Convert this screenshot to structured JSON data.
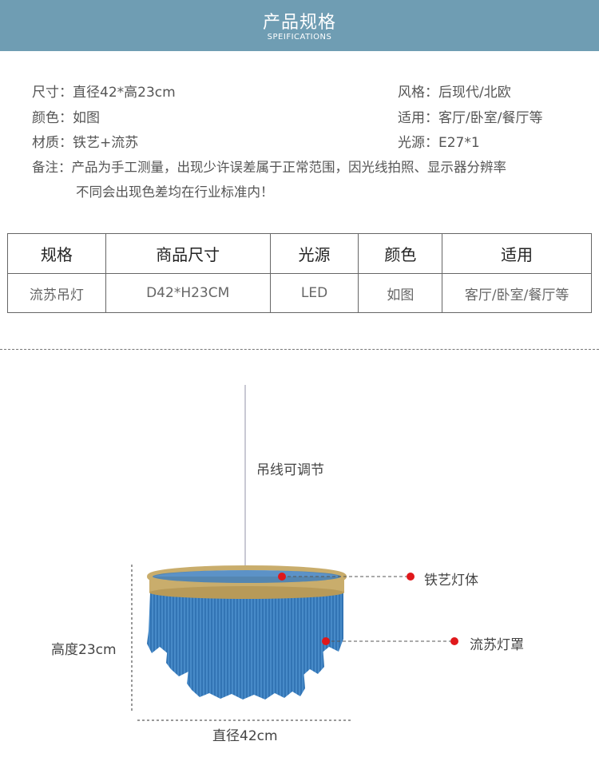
{
  "header": {
    "title": "产品规格",
    "subtitle": "SPEIFICATIONS"
  },
  "specs": {
    "size": "尺寸：直径42*高23cm",
    "style": "风格：后现代/北欧",
    "color": "颜色：如图",
    "usage": "适用：客厅/卧室/餐厅等",
    "material": "材质：铁艺+流苏",
    "light": "光源：E27*1",
    "note_line1": "备注：产品为手工测量，出现少许误差属于正常范围，因光线拍照、显示器分辨率",
    "note_line2": "不同会出现色差均在行业标准内！"
  },
  "table": {
    "headers": [
      "规格",
      "商品尺寸",
      "光源",
      "颜色",
      "适用"
    ],
    "rows": [
      [
        "流苏吊灯",
        "D42*H23CM",
        "LED",
        "如图",
        "客厅/卧室/餐厅等"
      ]
    ]
  },
  "diagram": {
    "cord_label": "吊线可调节",
    "frame_label": "铁艺灯体",
    "shade_label": "流苏灯罩",
    "height_label": "高度23cm",
    "diameter_label": "直径42cm"
  },
  "colors": {
    "header": "#6f9db3",
    "tassel": "#3a7fc1",
    "frame": "#c9ad6c",
    "marker": "#e0181b"
  }
}
